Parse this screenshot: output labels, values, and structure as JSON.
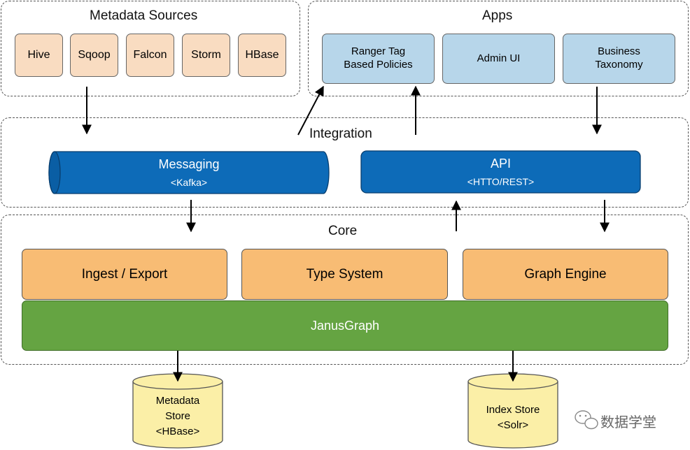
{
  "groups": {
    "metadata_sources": "Metadata Sources",
    "apps": "Apps",
    "integration": "Integration",
    "core": "Core"
  },
  "sources": [
    "Hive",
    "Sqoop",
    "Falcon",
    "Storm",
    "HBase"
  ],
  "apps": {
    "ranger_line1": "Ranger Tag",
    "ranger_line2": "Based Policies",
    "admin_ui": "Admin UI",
    "business_line1": "Business",
    "business_line2": "Taxonomy"
  },
  "integration": {
    "messaging": "Messaging",
    "messaging_sub": "<Kafka>",
    "api": "API",
    "api_sub": "<HTTO/REST>"
  },
  "core": {
    "ingest_export": "Ingest / Export",
    "type_system": "Type System",
    "graph_engine": "Graph Engine",
    "janusgraph": "JanusGraph"
  },
  "stores": {
    "metadata_l1": "Metadata",
    "metadata_l2": "Store",
    "metadata_l3": "<HBase>",
    "index_l1": "Index Store",
    "index_l2": "<Solr>"
  },
  "watermark": "数据学堂",
  "colors": {
    "source_fill": "#f9dcc1",
    "app_fill": "#b7d6ea",
    "integration_fill": "#0d6bb8",
    "core_fill": "#f8bc74",
    "janusgraph_fill": "#65a442",
    "store_fill": "#fbefa7"
  }
}
